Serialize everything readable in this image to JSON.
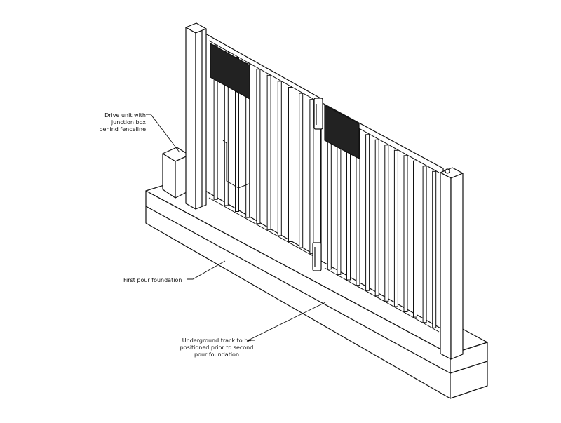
{
  "diagram": {
    "labels": {
      "drive_unit": "Drive unit with\njunction box\nbehind fenceline",
      "first_pour": "First pour foundation",
      "underground_track": "Underground track to be\npositioned prior to second\npour foundation"
    },
    "gate": {
      "left_leaf_bars": 10,
      "right_leaf_bars": 12
    },
    "colors": {
      "line": "#111111",
      "background": "#ffffff",
      "panel_fill": "#222222"
    }
  }
}
